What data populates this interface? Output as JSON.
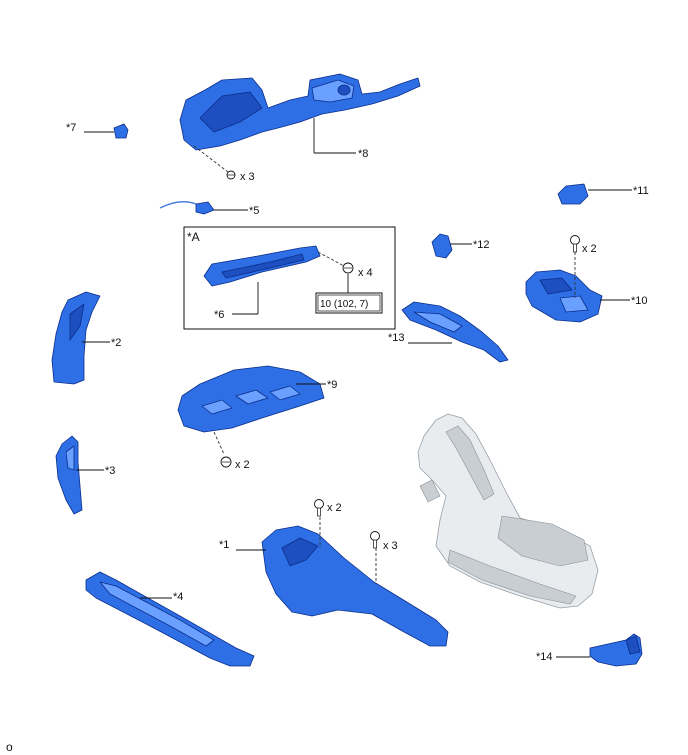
{
  "callouts": {
    "p1": "*1",
    "p2": "*2",
    "p3": "*3",
    "p4": "*4",
    "p5": "*5",
    "p6": "*6",
    "p7": "*7",
    "p8": "*8",
    "p9": "*9",
    "p10": "*10",
    "p11": "*11",
    "p12": "*12",
    "p13": "*13",
    "p14": "*14"
  },
  "inset": {
    "label": "*A",
    "torque": "10 (102, 7)"
  },
  "quantities": {
    "q8": "x 3",
    "q6": "x 4",
    "q10": "x 2",
    "q9": "x 2",
    "q1a": "x 2",
    "q1b": "x 3"
  },
  "corner_mark": "o",
  "colors": {
    "part": "#2f6fe6",
    "part_outline": "#0a2e8a",
    "console": "#e9ecef"
  }
}
